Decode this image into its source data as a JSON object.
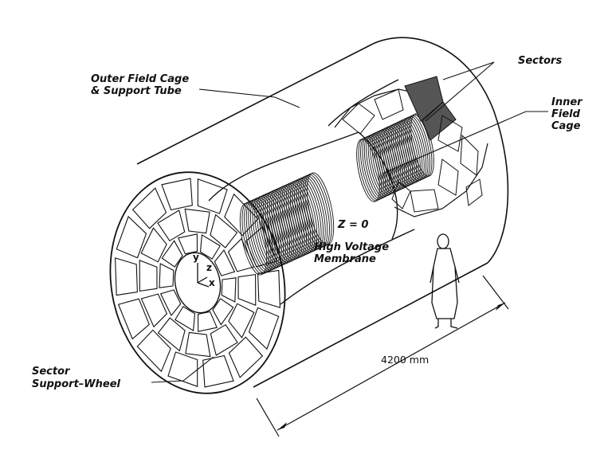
{
  "diagram": {
    "labels": {
      "outer_field_cage_line1": "Outer Field Cage",
      "outer_field_cage_line2": "& Support Tube",
      "sectors": "Sectors",
      "inner_field_cage_line1": "Inner",
      "inner_field_cage_line2": "Field",
      "inner_field_cage_line3": "Cage",
      "z_zero": "Z = 0",
      "hv_membrane_line1": "High Voltage",
      "hv_membrane_line2": "Membrane",
      "sector_wheel_line1": "Sector",
      "sector_wheel_line2": "Support–Wheel",
      "dimension": "4200 mm"
    },
    "axes": {
      "y": "y",
      "z": "z",
      "x": "x"
    },
    "colors": {
      "line": "#111111",
      "background": "#ffffff",
      "sector_fill": "#555555"
    }
  }
}
